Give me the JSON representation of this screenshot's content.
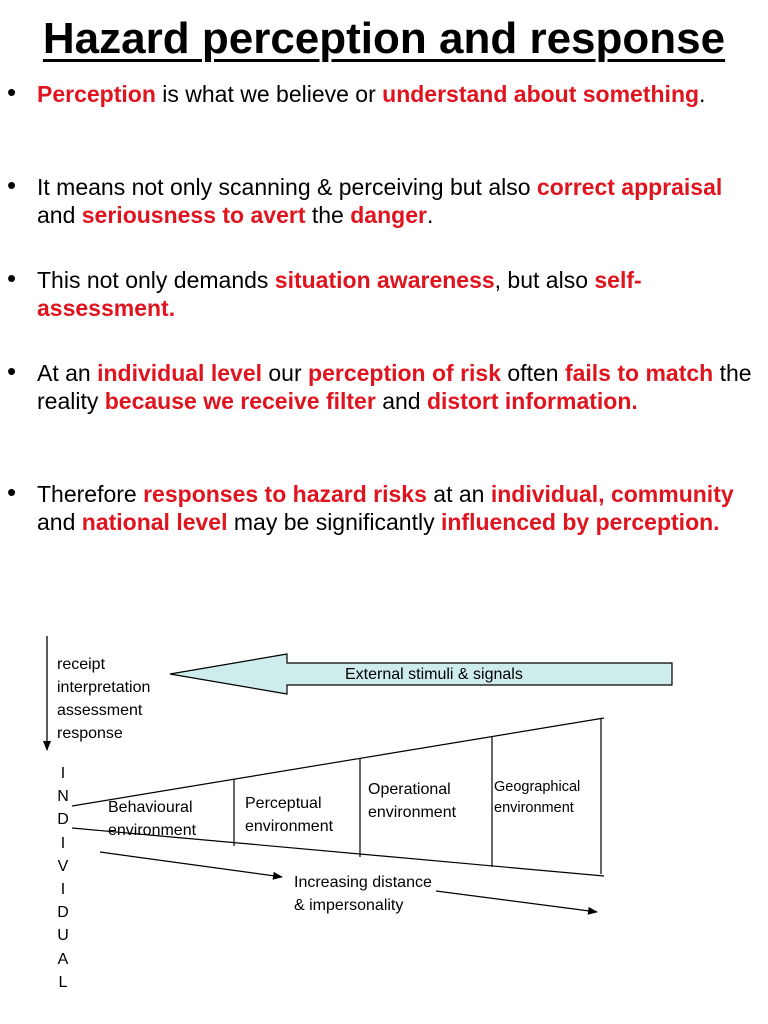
{
  "title": "Hazard perception and response",
  "bullets": [
    [
      {
        "t": "Perception",
        "h": true
      },
      {
        "t": " is what we believe or ",
        "h": false
      },
      {
        "t": "understand about something",
        "h": true
      },
      {
        "t": ".",
        "h": false
      }
    ],
    [
      {
        "t": "It means not only scanning & perceiving but also ",
        "h": false
      },
      {
        "t": "correct appraisal",
        "h": true
      },
      {
        "t": " and ",
        "h": false
      },
      {
        "t": "seriousness to avert",
        "h": true
      },
      {
        "t": " the ",
        "h": false
      },
      {
        "t": "danger",
        "h": true
      },
      {
        "t": ".",
        "h": false
      }
    ],
    [
      {
        "t": "This not only demands ",
        "h": false
      },
      {
        "t": "situation awareness",
        "h": true
      },
      {
        "t": ", but also ",
        "h": false
      },
      {
        "t": "self-assessment.",
        "h": true
      }
    ],
    [
      {
        "t": "At an ",
        "h": false
      },
      {
        "t": "individual level",
        "h": true
      },
      {
        "t": " our ",
        "h": false
      },
      {
        "t": "perception of risk",
        "h": true
      },
      {
        "t": " often ",
        "h": false
      },
      {
        "t": "fails to match",
        "h": true
      },
      {
        "t": " the reality ",
        "h": false
      },
      {
        "t": "because we receive filter",
        "h": true
      },
      {
        "t": " and ",
        "h": false
      },
      {
        "t": "distort information.",
        "h": true
      }
    ],
    [
      {
        "t": "Therefore ",
        "h": false
      },
      {
        "t": "responses to hazard risks",
        "h": true
      },
      {
        "t": " at an ",
        "h": false
      },
      {
        "t": "individual, community",
        "h": true
      },
      {
        "t": " and ",
        "h": false
      },
      {
        "t": "national level",
        "h": true
      },
      {
        "t": " may be significantly ",
        "h": false
      },
      {
        "t": "influenced by perception.",
        "h": true
      }
    ]
  ],
  "diagram": {
    "process_steps": [
      "receipt",
      "interpretation",
      "assessment",
      "response"
    ],
    "arrow_label": "External stimuli & signals",
    "individual_letters": [
      "I",
      "N",
      "D",
      "I",
      "V",
      "I",
      "D",
      "U",
      "A",
      "L"
    ],
    "environments": {
      "behavioural": [
        "Behavioural",
        "environment"
      ],
      "perceptual": [
        "Perceptual",
        "environment"
      ],
      "operational": [
        "Operational",
        "environment"
      ],
      "geographical": [
        "Geographical",
        "environment"
      ]
    },
    "distance_label": [
      "Increasing distance",
      "& impersonality"
    ]
  },
  "colors": {
    "highlight": "#e0141e",
    "arrow_fill": "#cfecec"
  }
}
